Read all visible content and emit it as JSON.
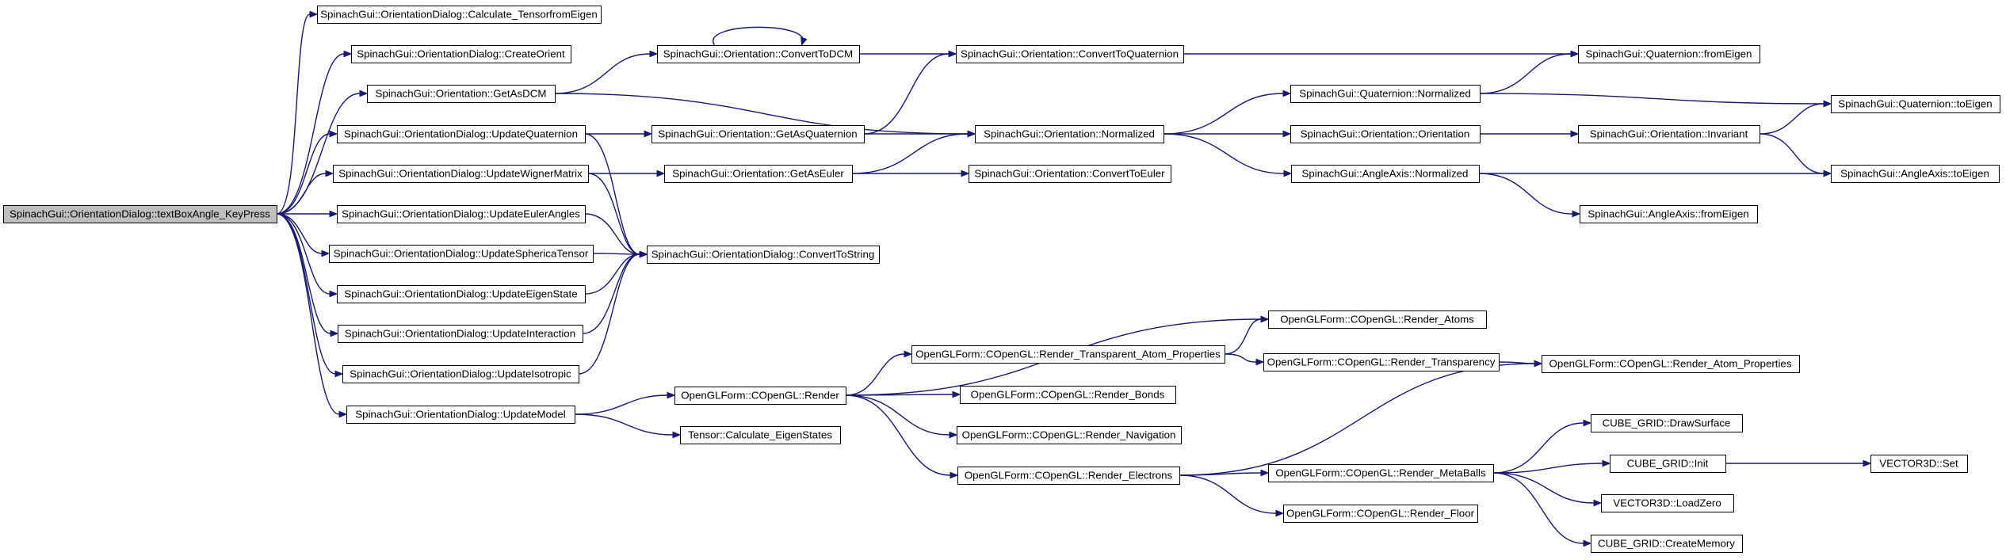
{
  "root_id": "n0",
  "nodes": [
    {
      "id": "n0",
      "label": "SpinachGui::OrientationDialog::textBoxAngle_KeyPress"
    },
    {
      "id": "n1",
      "label": "SpinachGui::OrientationDialog::Calculate_TensorfromEigen"
    },
    {
      "id": "n2",
      "label": "SpinachGui::OrientationDialog::CreateOrient"
    },
    {
      "id": "n3",
      "label": "SpinachGui::Orientation::GetAsDCM"
    },
    {
      "id": "n4",
      "label": "SpinachGui::OrientationDialog::UpdateQuaternion"
    },
    {
      "id": "n5",
      "label": "SpinachGui::OrientationDialog::UpdateWignerMatrix"
    },
    {
      "id": "n6",
      "label": "SpinachGui::OrientationDialog::UpdateEulerAngles"
    },
    {
      "id": "n7",
      "label": "SpinachGui::OrientationDialog::UpdateSphericaTensor"
    },
    {
      "id": "n8",
      "label": "SpinachGui::OrientationDialog::UpdateEigenState"
    },
    {
      "id": "n9",
      "label": "SpinachGui::OrientationDialog::UpdateInteraction"
    },
    {
      "id": "n10",
      "label": "SpinachGui::OrientationDialog::UpdateIsotropic"
    },
    {
      "id": "n11",
      "label": "SpinachGui::OrientationDialog::UpdateModel"
    },
    {
      "id": "n12",
      "label": "SpinachGui::Orientation::ConvertToDCM"
    },
    {
      "id": "n13",
      "label": "SpinachGui::Orientation::GetAsQuaternion"
    },
    {
      "id": "n14",
      "label": "SpinachGui::Orientation::GetAsEuler"
    },
    {
      "id": "n15",
      "label": "SpinachGui::OrientationDialog::ConvertToString"
    },
    {
      "id": "n16",
      "label": "OpenGLForm::COpenGL::Render"
    },
    {
      "id": "n17",
      "label": "Tensor::Calculate_EigenStates"
    },
    {
      "id": "n18",
      "label": "SpinachGui::Orientation::ConvertToQuaternion"
    },
    {
      "id": "n19",
      "label": "SpinachGui::Orientation::Normalized"
    },
    {
      "id": "n20",
      "label": "SpinachGui::Orientation::ConvertToEuler"
    },
    {
      "id": "n21",
      "label": "OpenGLForm::COpenGL::Render_Transparent_Atom_Properties"
    },
    {
      "id": "n22",
      "label": "OpenGLForm::COpenGL::Render_Bonds"
    },
    {
      "id": "n23",
      "label": "OpenGLForm::COpenGL::Render_Navigation"
    },
    {
      "id": "n24",
      "label": "OpenGLForm::COpenGL::Render_Electrons"
    },
    {
      "id": "n25",
      "label": "SpinachGui::Quaternion::Normalized"
    },
    {
      "id": "n26",
      "label": "SpinachGui::Orientation::Orientation"
    },
    {
      "id": "n27",
      "label": "SpinachGui::AngleAxis::Normalized"
    },
    {
      "id": "n28",
      "label": "OpenGLForm::COpenGL::Render_Atoms"
    },
    {
      "id": "n29",
      "label": "OpenGLForm::COpenGL::Render_Transparency"
    },
    {
      "id": "n30",
      "label": "OpenGLForm::COpenGL::Render_MetaBalls"
    },
    {
      "id": "n31",
      "label": "OpenGLForm::COpenGL::Render_Floor"
    },
    {
      "id": "n32",
      "label": "SpinachGui::Quaternion::fromEigen"
    },
    {
      "id": "n33",
      "label": "SpinachGui::Orientation::Invariant"
    },
    {
      "id": "n34",
      "label": "SpinachGui::AngleAxis::fromEigen"
    },
    {
      "id": "n35",
      "label": "OpenGLForm::COpenGL::Render_Atom_Properties"
    },
    {
      "id": "n36",
      "label": "CUBE_GRID::DrawSurface"
    },
    {
      "id": "n37",
      "label": "CUBE_GRID::Init"
    },
    {
      "id": "n38",
      "label": "VECTOR3D::LoadZero"
    },
    {
      "id": "n39",
      "label": "CUBE_GRID::CreateMemory"
    },
    {
      "id": "n40",
      "label": "SpinachGui::Quaternion::toEigen"
    },
    {
      "id": "n41",
      "label": "SpinachGui::AngleAxis::toEigen"
    },
    {
      "id": "n42",
      "label": "VECTOR3D::Set"
    }
  ],
  "edges": [
    [
      "n0",
      "n1"
    ],
    [
      "n0",
      "n2"
    ],
    [
      "n0",
      "n3"
    ],
    [
      "n0",
      "n4"
    ],
    [
      "n0",
      "n5"
    ],
    [
      "n0",
      "n6"
    ],
    [
      "n0",
      "n7"
    ],
    [
      "n0",
      "n8"
    ],
    [
      "n0",
      "n9"
    ],
    [
      "n0",
      "n10"
    ],
    [
      "n0",
      "n11"
    ],
    [
      "n3",
      "n12"
    ],
    [
      "n3",
      "n19"
    ],
    [
      "n12",
      "n12"
    ],
    [
      "n12",
      "n18"
    ],
    [
      "n4",
      "n13"
    ],
    [
      "n4",
      "n15"
    ],
    [
      "n5",
      "n14"
    ],
    [
      "n5",
      "n15"
    ],
    [
      "n6",
      "n15"
    ],
    [
      "n7",
      "n15"
    ],
    [
      "n8",
      "n15"
    ],
    [
      "n9",
      "n15"
    ],
    [
      "n10",
      "n15"
    ],
    [
      "n13",
      "n18"
    ],
    [
      "n13",
      "n19"
    ],
    [
      "n14",
      "n19"
    ],
    [
      "n14",
      "n20"
    ],
    [
      "n18",
      "n32"
    ],
    [
      "n19",
      "n25"
    ],
    [
      "n19",
      "n26"
    ],
    [
      "n19",
      "n27"
    ],
    [
      "n25",
      "n32"
    ],
    [
      "n25",
      "n40"
    ],
    [
      "n26",
      "n33"
    ],
    [
      "n33",
      "n40"
    ],
    [
      "n33",
      "n41"
    ],
    [
      "n27",
      "n41"
    ],
    [
      "n27",
      "n34"
    ],
    [
      "n11",
      "n16"
    ],
    [
      "n11",
      "n17"
    ],
    [
      "n16",
      "n28"
    ],
    [
      "n16",
      "n21"
    ],
    [
      "n16",
      "n22"
    ],
    [
      "n16",
      "n23"
    ],
    [
      "n16",
      "n24"
    ],
    [
      "n21",
      "n28"
    ],
    [
      "n21",
      "n29"
    ],
    [
      "n29",
      "n35"
    ],
    [
      "n24",
      "n35"
    ],
    [
      "n24",
      "n30"
    ],
    [
      "n24",
      "n31"
    ],
    [
      "n30",
      "n36"
    ],
    [
      "n30",
      "n37"
    ],
    [
      "n30",
      "n38"
    ],
    [
      "n30",
      "n39"
    ],
    [
      "n37",
      "n42"
    ]
  ]
}
